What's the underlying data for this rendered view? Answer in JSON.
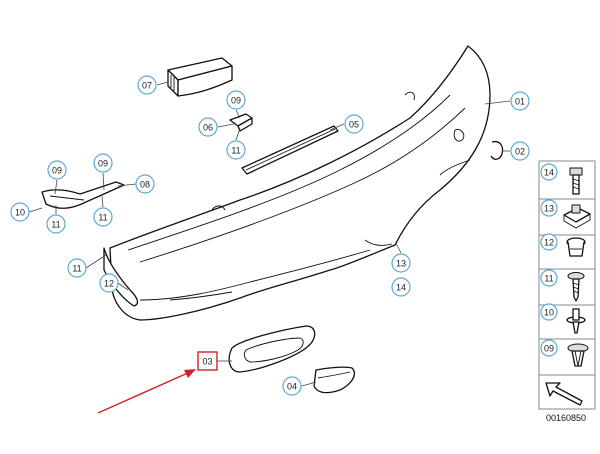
{
  "callouts": {
    "c01": "01",
    "c02": "02",
    "c03": "03",
    "c04": "04",
    "c05": "05",
    "c06": "06",
    "c07": "07",
    "c08": "08",
    "c09_top": "09",
    "c09_left": "09",
    "c09_mid": "09",
    "c10": "10",
    "c11_top": "11",
    "c11_left": "11",
    "c11_mid": "11",
    "c11_bottom": "11",
    "c12": "12",
    "c13": "13",
    "c14": "14"
  },
  "legend": {
    "items": [
      "14",
      "13",
      "12",
      "11",
      "10",
      "09"
    ]
  },
  "catalog_number": "00160850",
  "colors": {
    "callout_outline": "#5aa9d6",
    "highlight": "#d42020",
    "line": "#111111"
  }
}
